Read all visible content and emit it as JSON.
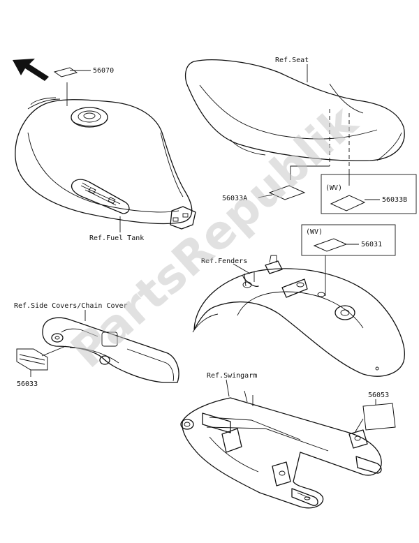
{
  "watermark": "PartsRepublik",
  "labels": {
    "fuel_tank_part": "56070",
    "seat_ref": "Ref.Seat",
    "fuel_tank_ref": "Ref.Fuel Tank",
    "decal_56033a": "56033A",
    "wv_1": "(WV)",
    "decal_56033b": "56033B",
    "wv_2": "(WV)",
    "decal_56031": "56031",
    "fenders_ref": "Ref.Fenders",
    "side_covers_ref": "Ref.Side Covers/Chain Cover",
    "decal_56033": "56033",
    "swingarm_ref": "Ref.Swingarm",
    "decal_56053": "56053"
  }
}
